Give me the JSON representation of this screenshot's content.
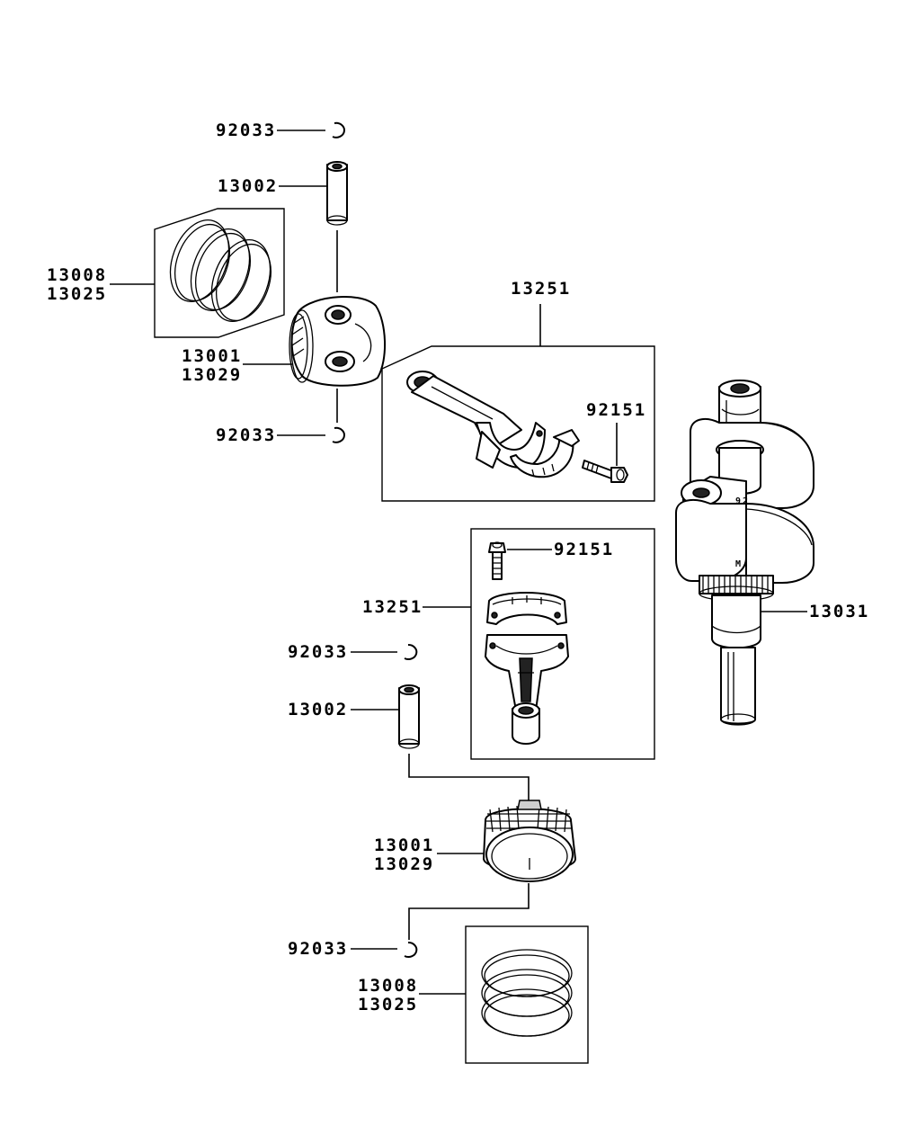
{
  "labels": {
    "clip_top_1": "92033",
    "pin_top": "13002",
    "rings_top_1": "13008",
    "rings_top_2": "13025",
    "piston_top_1": "13001",
    "piston_top_2": "13029",
    "clip_top_2": "92033",
    "rod_top": "13251",
    "bolt_top": "92151",
    "bolt_bottom": "92151",
    "rod_bottom": "13251",
    "crankshaft": "13031",
    "clip_bottom_1": "92033",
    "pin_bottom": "13002",
    "piston_bottom_1": "13001",
    "piston_bottom_2": "13029",
    "clip_bottom_2": "92033",
    "rings_bottom_1": "13008",
    "rings_bottom_2": "13025"
  }
}
